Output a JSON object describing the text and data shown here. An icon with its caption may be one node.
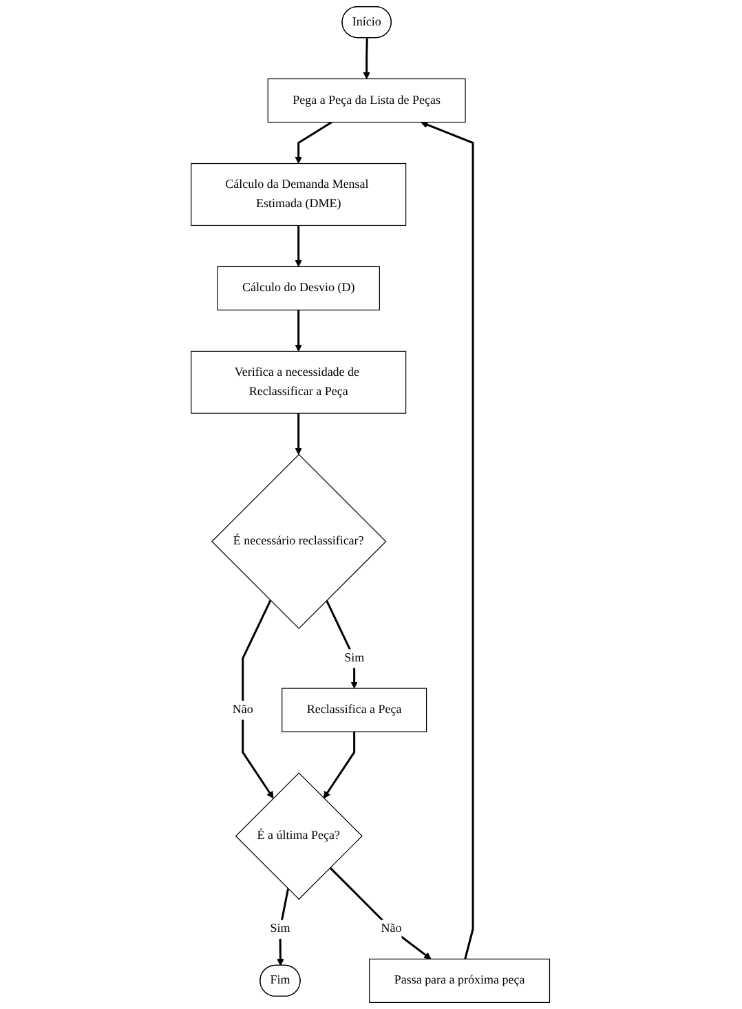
{
  "diagram": {
    "nodes": [
      {
        "text": [
          "Início"
        ]
      },
      {
        "text": [
          "Pega a Peça da Lista de Peças"
        ]
      },
      {
        "text": [
          "Cálculo da Demanda Mensal Estimada (DME)"
        ]
      },
      {
        "text": [
          "Cálculo do Desvio (D)"
        ]
      },
      {
        "text": [
          "Verifica a necessidade de Reclassificar a Peça"
        ]
      },
      {
        "text": [
          "É necessário reclassificar?"
        ]
      },
      {
        "text": [
          "Reclassifica a Peça"
        ]
      },
      {
        "text": [
          "É a última Peça?"
        ]
      },
      {
        "text": [
          "Fim"
        ]
      },
      {
        "text": [
          "Passa para a próxima peça"
        ]
      }
    ],
    "edges": [
      {
        "from": 0,
        "to": 1,
        "arrow": "to"
      },
      {
        "from": 1,
        "to": 2,
        "arrow": "to"
      },
      {
        "from": 2,
        "to": 3,
        "arrow": "to"
      },
      {
        "from": 3,
        "to": 4,
        "arrow": "to"
      },
      {
        "from": 4,
        "to": 5,
        "arrow": "to"
      },
      {
        "from": 5,
        "to": 6,
        "arrow": "to",
        "label": "Sim"
      },
      {
        "from": 5,
        "to": 7,
        "arrow": "to",
        "label": "Não"
      },
      {
        "from": 6,
        "to": 7,
        "arrow": "to"
      },
      {
        "from": 7,
        "to": 8,
        "arrow": "to",
        "label": "Sim"
      },
      {
        "from": 7,
        "to": 9,
        "arrow": "to",
        "label": "Não"
      },
      {
        "from": 9,
        "to": 1,
        "arrow": "to"
      }
    ]
  }
}
